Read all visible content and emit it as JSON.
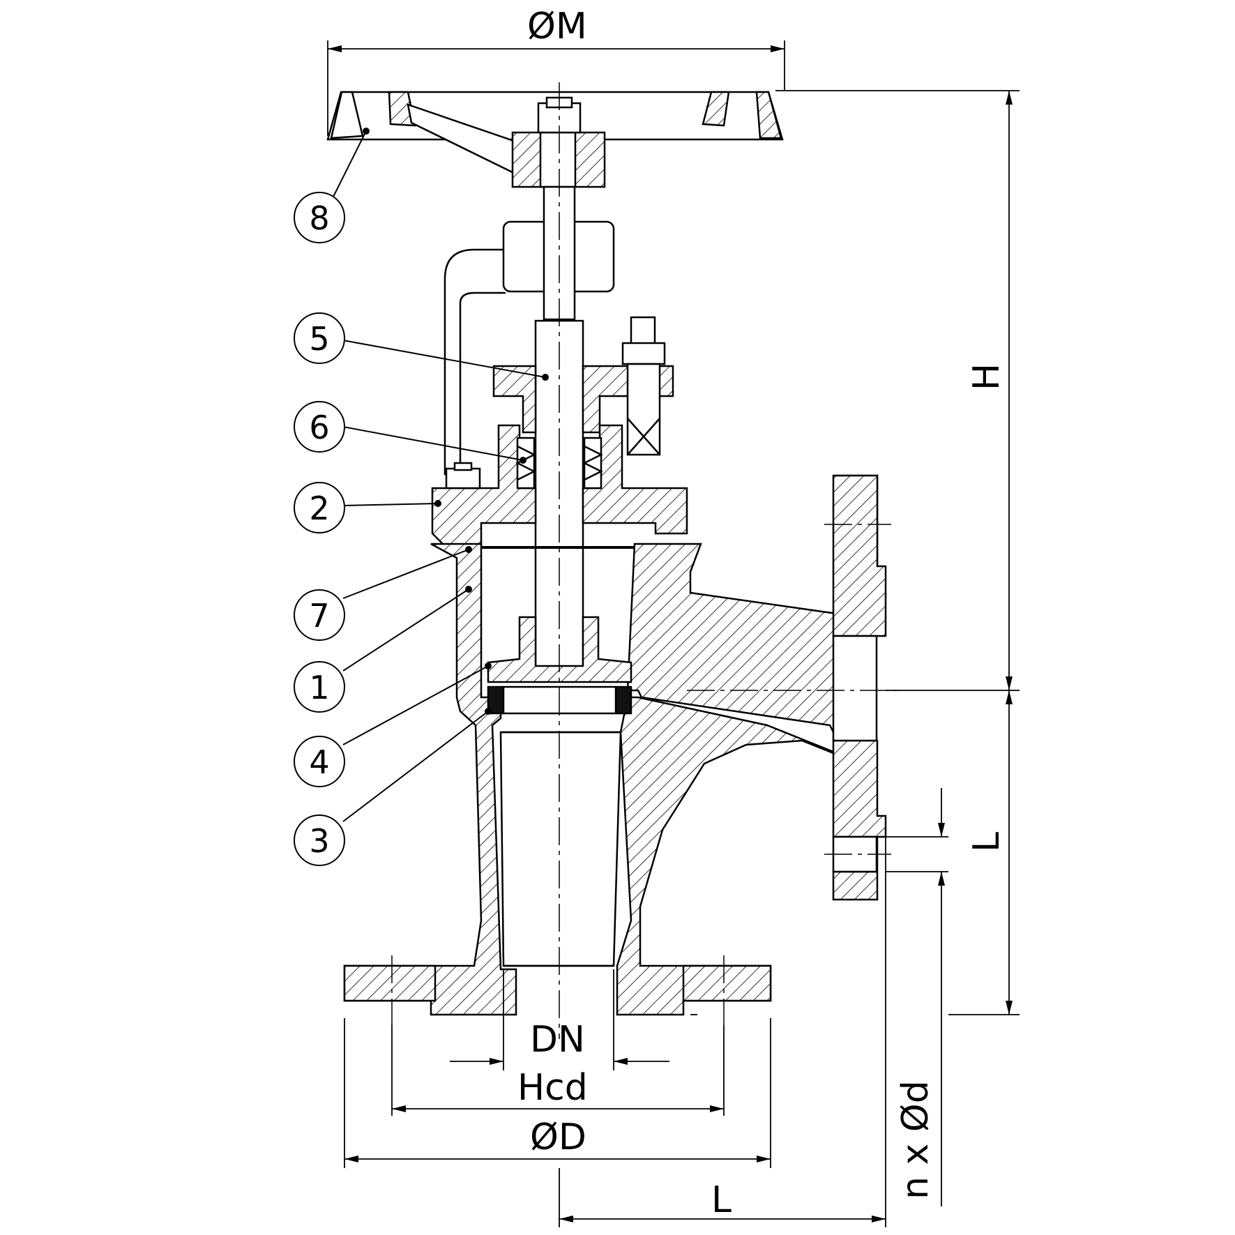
{
  "dimensions": {
    "top_diameter": "ØM",
    "height_upper": "H",
    "height_side_lower": "L",
    "nominal_bore": "DN",
    "bolt_circle": "Hcd",
    "flange_diameter": "ØD",
    "length_bottom": "L",
    "bolt_holes": "n x Ød"
  },
  "callouts": [
    {
      "number": "8"
    },
    {
      "number": "5"
    },
    {
      "number": "6"
    },
    {
      "number": "2"
    },
    {
      "number": "7"
    },
    {
      "number": "1"
    },
    {
      "number": "4"
    },
    {
      "number": "3"
    }
  ],
  "colors": {
    "line": "#000000",
    "seal": "#111111",
    "background": "#ffffff"
  }
}
